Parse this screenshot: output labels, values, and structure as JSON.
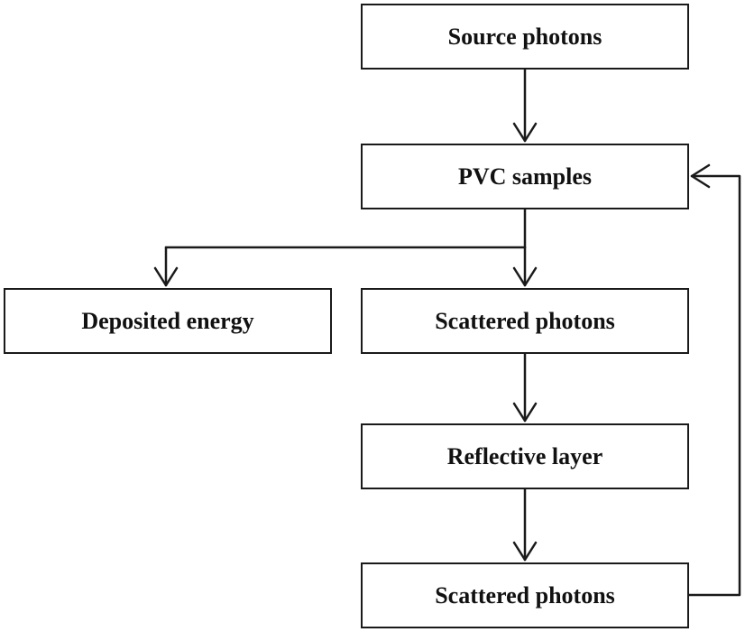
{
  "diagram": {
    "nodes": {
      "source_photons": "Source photons",
      "pvc_samples": "PVC samples",
      "deposited_energy": "Deposited energy",
      "scattered_photons_1": "Scattered photons",
      "reflective_layer": "Reflective layer",
      "scattered_photons_2": "Scattered photons"
    },
    "edges": [
      {
        "from": "source_photons",
        "to": "pvc_samples"
      },
      {
        "from": "pvc_samples",
        "to": "deposited_energy"
      },
      {
        "from": "pvc_samples",
        "to": "scattered_photons_1"
      },
      {
        "from": "scattered_photons_1",
        "to": "reflective_layer"
      },
      {
        "from": "reflective_layer",
        "to": "scattered_photons_2"
      },
      {
        "from": "scattered_photons_2",
        "to": "pvc_samples"
      }
    ],
    "colors": {
      "line": "#1a1a1a",
      "box_fill": "#ffffff",
      "text": "#111111"
    }
  }
}
